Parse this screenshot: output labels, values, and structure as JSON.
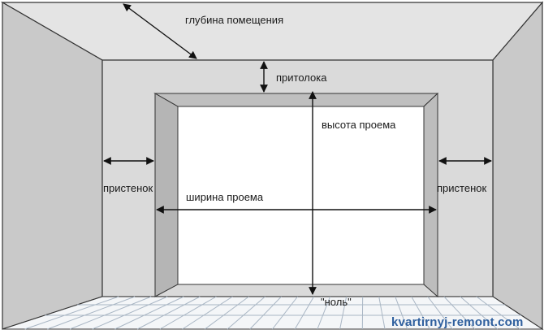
{
  "labels": {
    "room_depth": "глубина помещения",
    "lintel": "притолока",
    "opening_height": "высота проема",
    "opening_width": "ширина проема",
    "side_wall_left": "пристенок",
    "side_wall_right": "пристенок",
    "zero_level": "\"ноль\""
  },
  "watermark": "kvartirnyj-remont.com",
  "colors": {
    "wall_front": "#dadada",
    "wall_side": "#c8c8c8",
    "ceiling": "#e4e4e4",
    "opening": "#ffffff",
    "outline": "#333333",
    "floor_lines": "#a9b6c4",
    "watermark": "#2e5f9e"
  }
}
